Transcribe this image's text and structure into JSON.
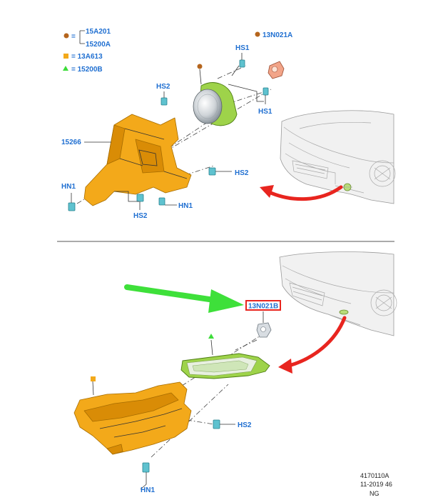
{
  "legend": {
    "circle_a": "15A201",
    "circle_b": "15200A",
    "square": "13A613",
    "triangle": "15200B",
    "equals": "="
  },
  "top_diagram": {
    "bulb_label": "13N021A",
    "hs1_top": "HS1",
    "hs1_right": "HS1",
    "hs2_top": "HS2",
    "bracket_label": "15266",
    "hs2_right": "HS2",
    "hn1_left": "HN1",
    "hs2_bottom": "HS2",
    "hn1_bottom": "HN1"
  },
  "bottom_diagram": {
    "highlight_label": "13N021B",
    "hs2": "HS2",
    "hn1": "HN1"
  },
  "footer": {
    "code": "4170110A",
    "date": "11-2019 46",
    "initials": "NG"
  },
  "colors": {
    "label_blue": "#1f6fd1",
    "bracket_orange": "#f3a91a",
    "lamp_green": "#7cc033",
    "arrow_red": "#e8251f",
    "arrow_green": "#3ee03a",
    "clip_teal": "#5fc2cf",
    "legend_circle": "#b5651d",
    "bulb_salmon": "#f2a488"
  }
}
